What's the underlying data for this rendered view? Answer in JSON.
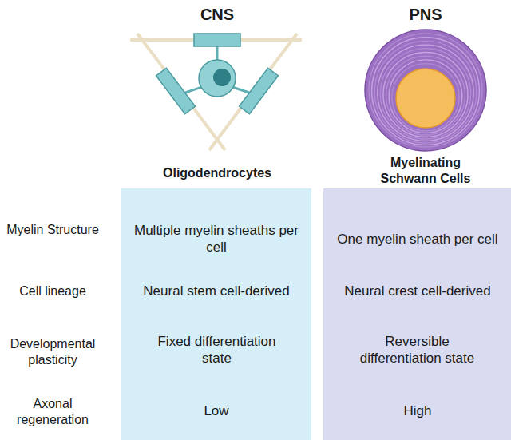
{
  "diagram": {
    "nodes": [
      {
        "text": [
          "Multiple myelin sheaths per cell",
          "Neural stem cell-derived",
          "Fixed differentiation state",
          "Low"
        ]
      },
      {
        "text": [
          "One myelin sheath per cell",
          "Neural crest cell-derived",
          "Reversible differentiation state",
          "High"
        ]
      }
    ],
    "labels": [
      "CNS",
      "PNS",
      "Oligodendrocytes",
      "Myelinating Schwann Cells",
      "Myelin Structure",
      "Cell lineage",
      "Developmental plasticity",
      "Axonal regeneration"
    ]
  }
}
